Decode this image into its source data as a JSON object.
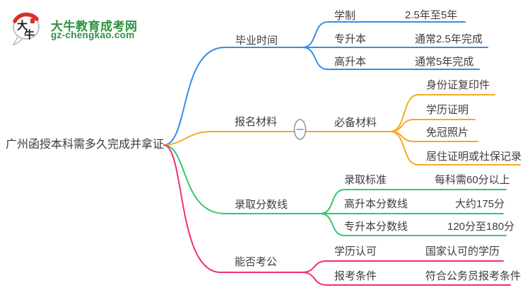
{
  "colors": {
    "blue": "#338fe8",
    "orange": "#f7a928",
    "green": "#30c96e",
    "pink": "#f02d77",
    "text": "#3d3d3d",
    "collapse_gray": "#8f969e",
    "logo_green": "#2e9140",
    "logo_red": "#d7302a"
  },
  "logo": {
    "bubble_char_1": "大",
    "bubble_char_2": "牛",
    "title": "大牛教育成考网",
    "url": "gz-chengkao.com"
  },
  "root": {
    "label": "广州函授本科需多久完成并拿证"
  },
  "branches": [
    {
      "id": "graduation-time",
      "label": "毕业时间",
      "children": [
        {
          "label": "学制",
          "value": "2.5年至5年"
        },
        {
          "label": "专升本",
          "value": "通常2.5年完成"
        },
        {
          "label": "高升本",
          "value": "通常5年完成"
        }
      ]
    },
    {
      "id": "registration-materials",
      "label": "报名材料",
      "collapse_icon": "minus-circle",
      "group": {
        "label": "必备材料",
        "items": [
          "身份证复印件",
          "学历证明",
          "免冠照片",
          "居住证明或社保记录"
        ]
      }
    },
    {
      "id": "admission-score",
      "label": "录取分数线",
      "children": [
        {
          "label": "录取标准",
          "value": "每科需60分以上"
        },
        {
          "label": "高升本分数线",
          "value": "大约175分"
        },
        {
          "label": "专升本分数线",
          "value": "120分至180分"
        }
      ]
    },
    {
      "id": "civil-service",
      "label": "能否考公",
      "children": [
        {
          "label": "学历认可",
          "value": "国家认可的学历"
        },
        {
          "label": "报考条件",
          "value": "符合公务员报考条件"
        }
      ]
    }
  ]
}
